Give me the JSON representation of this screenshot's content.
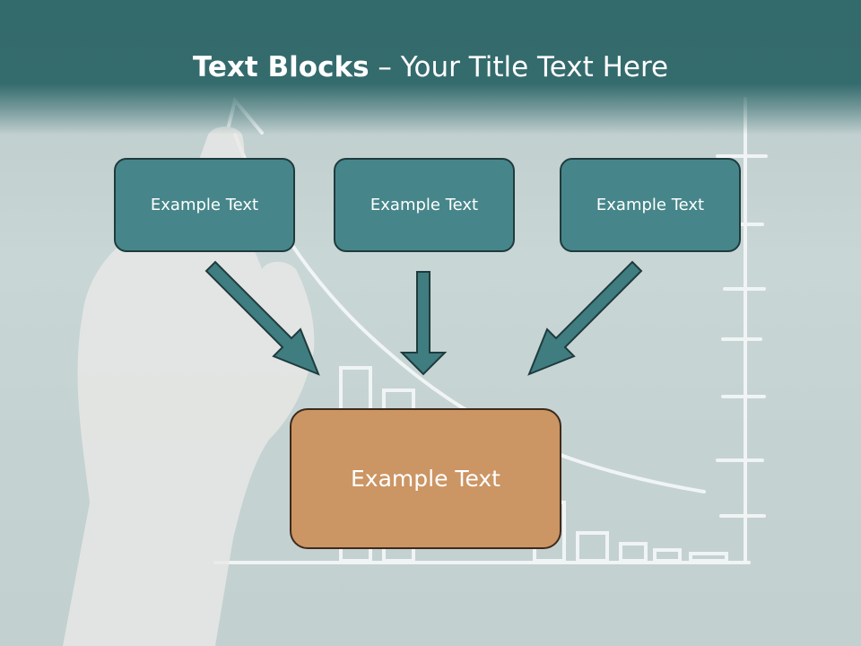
{
  "title": {
    "bold": "Text Blocks",
    "separator": " – ",
    "rest": "Your Title Text Here"
  },
  "boxes": {
    "top": [
      {
        "label": "Example Text"
      },
      {
        "label": "Example Text"
      },
      {
        "label": "Example Text"
      }
    ],
    "center": {
      "label": "Example Text"
    }
  },
  "colors": {
    "header": "#346b6d",
    "top_box_fill": "#46868a",
    "arrow_fill": "#3f7d80",
    "center_box_fill": "#cc9564",
    "background": "#c4d2d2"
  }
}
